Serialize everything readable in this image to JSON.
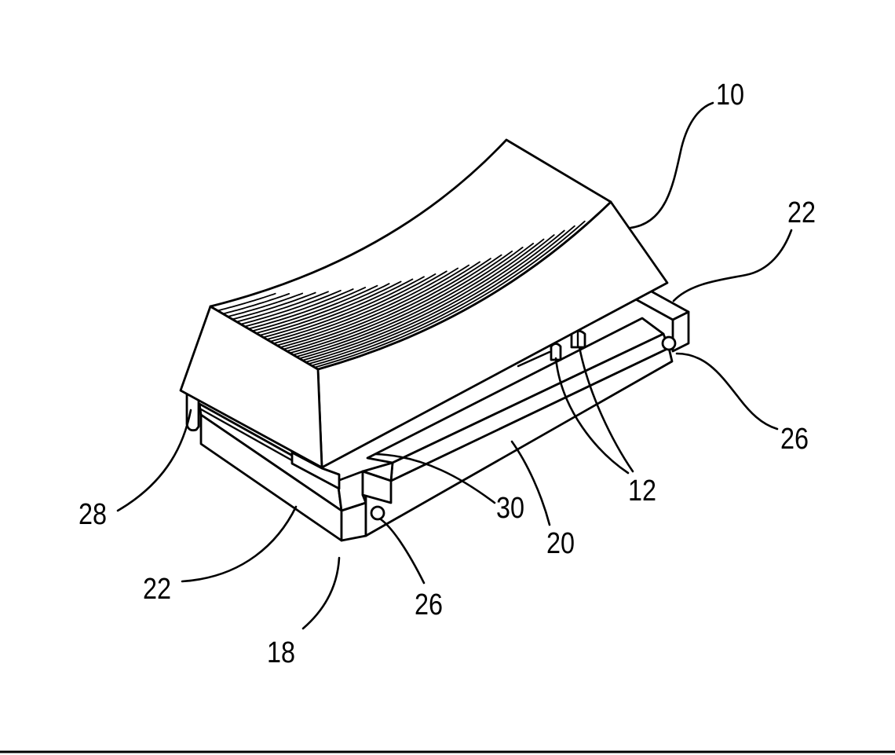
{
  "reference_numerals": [
    "10",
    "22",
    "26",
    "12",
    "20",
    "30",
    "28",
    "22",
    "26",
    "18"
  ]
}
